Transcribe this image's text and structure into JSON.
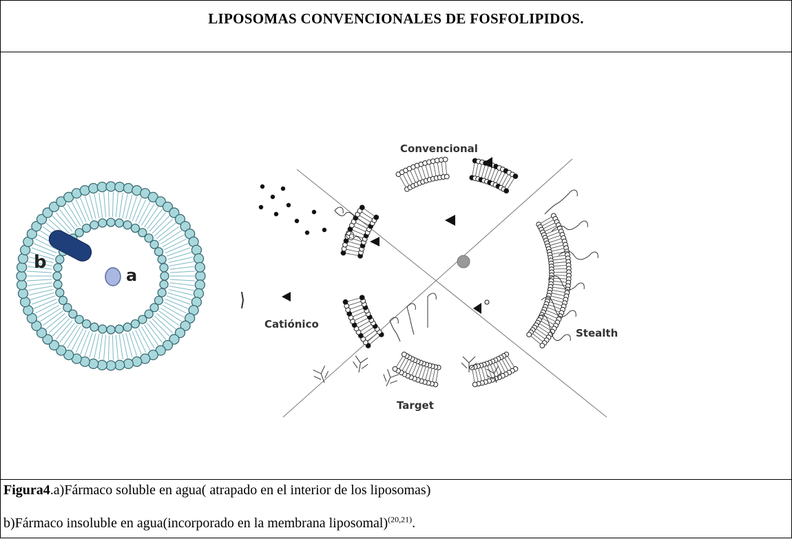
{
  "title": "LIPOSOMAS CONVENCIONALES DE FOSFOLIPIDOS.",
  "figure": {
    "left_labels": {
      "a": "a",
      "b": "b"
    },
    "quadrant_labels": {
      "top": "Convencional",
      "left": "Catiónico",
      "right": "Stealth",
      "bottom": "Target"
    }
  },
  "caption": {
    "fig_label": "Figura4",
    "line1_text": ".a)Fármaco soluble en agua( atrapado en el interior de los liposomas)",
    "line2_text": "b)Fármaco insoluble en agua(incorporado en la membrana liposomal)",
    "line2_sup": "(20,21)",
    "line2_end": "."
  },
  "colors": {
    "membrane_head": "#a8d8dc",
    "membrane_head_stroke": "#3a6a72",
    "tail": "#7ab8c4",
    "drug_a": "#a9b8e0",
    "drug_b": "#1f3f7a"
  }
}
